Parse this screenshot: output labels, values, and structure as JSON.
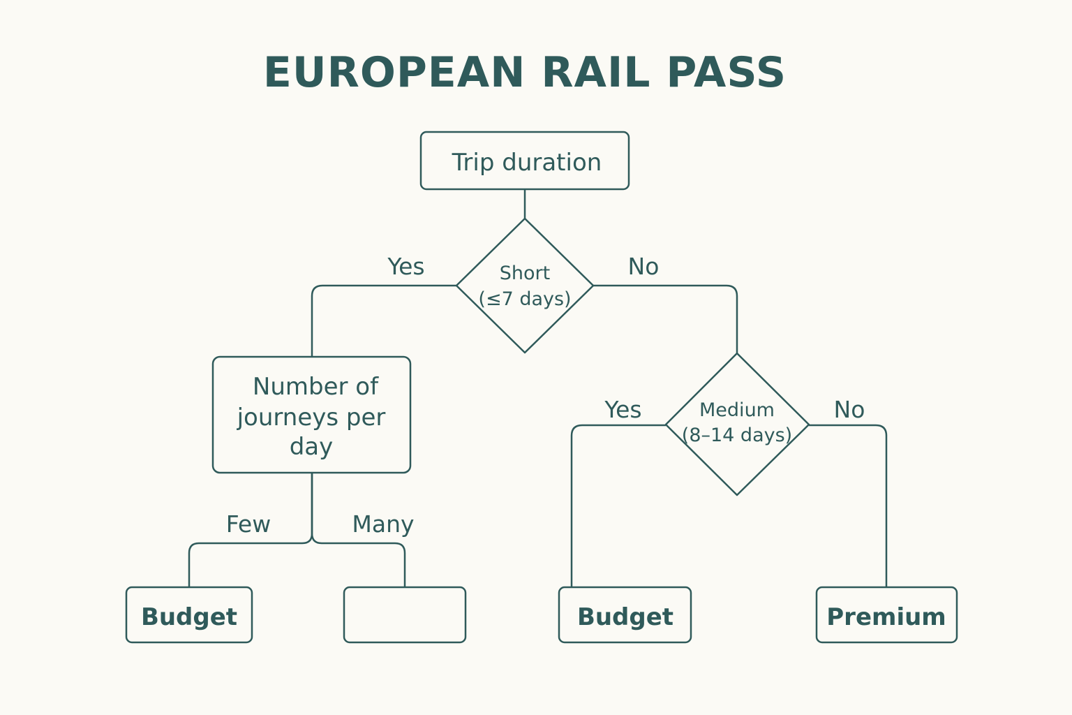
{
  "title": "EUROPEAN RAIL PASS",
  "nodes": {
    "trip_duration": "Trip duration",
    "short_question": [
      "Short",
      "(≤7 days)"
    ],
    "journeys_question": [
      "Number of",
      "journeys per",
      "day"
    ],
    "medium_question": [
      "Medium",
      "(8–14 days)"
    ],
    "leaf_few": "Budget",
    "leaf_many": "",
    "leaf_medium_yes": "Budget",
    "leaf_medium_no": "Premium"
  },
  "edges": {
    "short_yes": "Yes",
    "short_no": "No",
    "journeys_few": "Few",
    "journeys_many": "Many",
    "medium_yes": "Yes",
    "medium_no": "No"
  }
}
